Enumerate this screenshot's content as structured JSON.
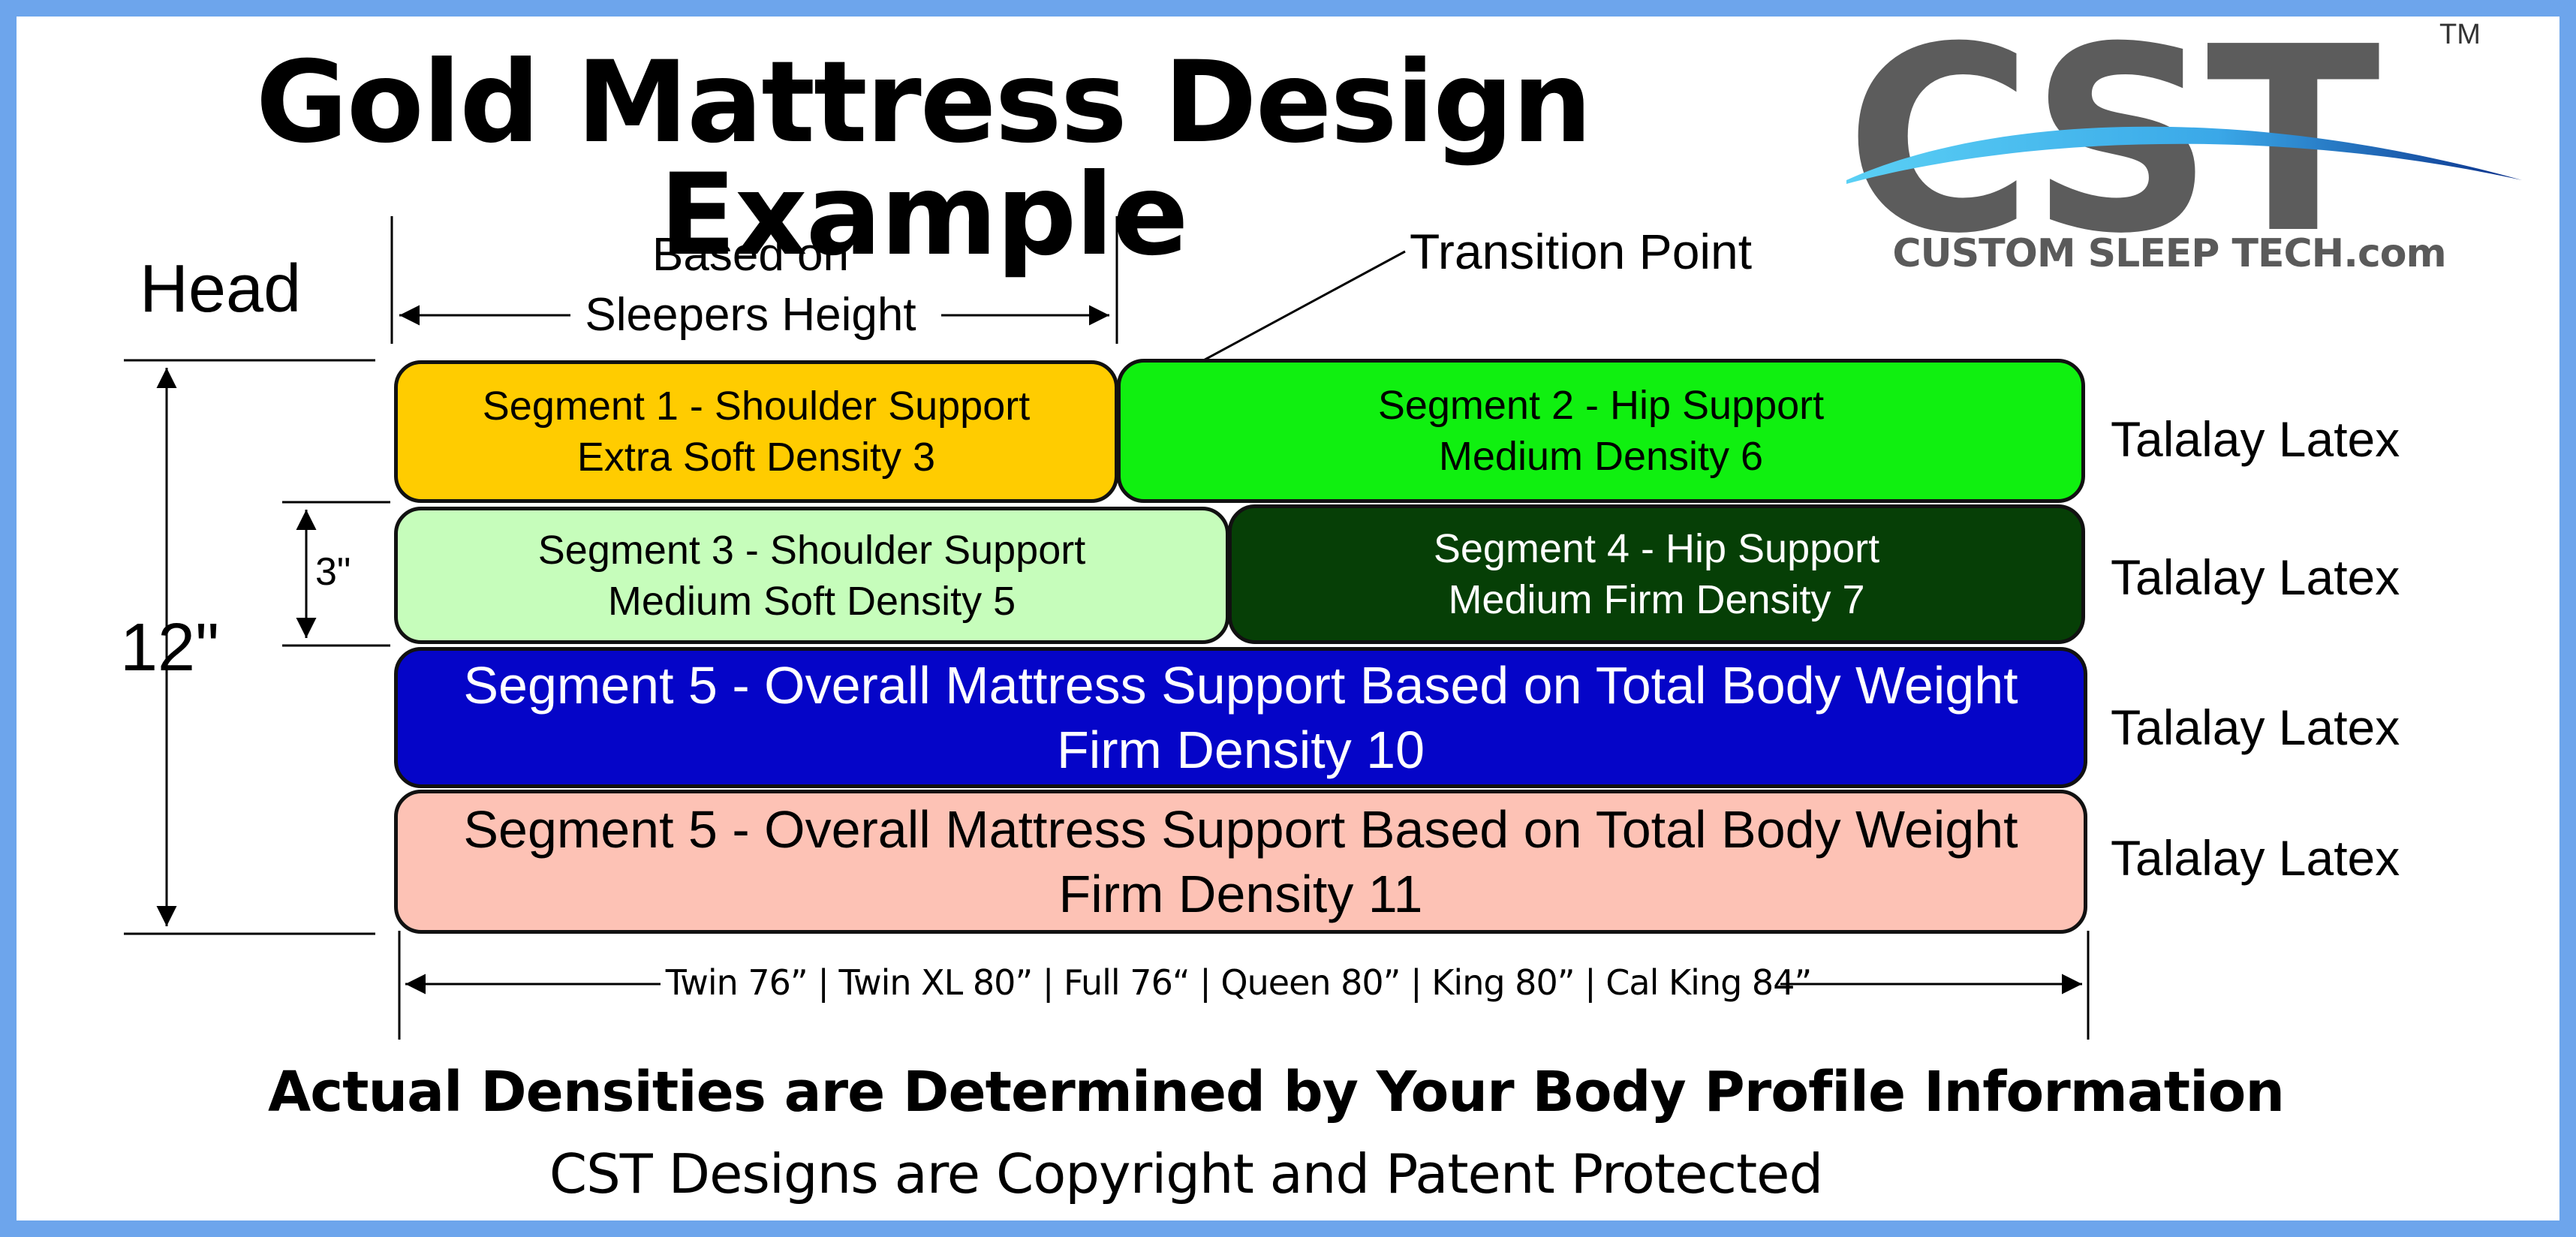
{
  "title": "Gold Mattress Design Example",
  "logo": {
    "letters": "CST",
    "tm": "TM",
    "subtitle": "CUSTOM SLEEP TECH.com",
    "colors": {
      "letters": "#5c5c5c",
      "swoosh_light": "#5ad0f5",
      "swoosh_dark": "#0a2f8a"
    }
  },
  "labels": {
    "head": "Head",
    "based_on_line1": "Based on",
    "based_on_line2": "Sleepers Height",
    "transition_point": "Transition Point",
    "total_height": "12\"",
    "layer_height": "3\""
  },
  "segments": [
    {
      "line1": "Segment 1 - Shoulder Support",
      "line2": "Extra Soft Density 3",
      "color": "#ffcc00"
    },
    {
      "line1": "Segment 2 - Hip Support",
      "line2": "Medium Density 6",
      "color": "#10f010"
    },
    {
      "line1": "Segment 3 - Shoulder Support",
      "line2": "Medium Soft Density 5",
      "color": "#c6fdbb"
    },
    {
      "line1": "Segment 4 - Hip Support",
      "line2": "Medium Firm Density 7",
      "color": "#063f06"
    },
    {
      "line1": "Segment 5 - Overall Mattress Support Based on Total Body Weight",
      "line2": "Firm Density 10",
      "color": "#0505c8"
    },
    {
      "line1": "Segment 5 - Overall Mattress Support Based on Total Body Weight",
      "line2": "Firm Density 11",
      "color": "#fdc2b5"
    }
  ],
  "layer_materials": [
    "Talalay Latex",
    "Talalay Latex",
    "Talalay Latex",
    "Talalay Latex"
  ],
  "sizes_text": "Twin 76” | Twin XL 80” | Full 76“ | Queen 80” | King 80” | Cal King 84”",
  "footer": {
    "line1": "Actual Densities are Determined by Your Body Profile Information",
    "line2": "CST Designs are Copyright and Patent Protected"
  },
  "colors": {
    "border": "#6da5ec"
  }
}
